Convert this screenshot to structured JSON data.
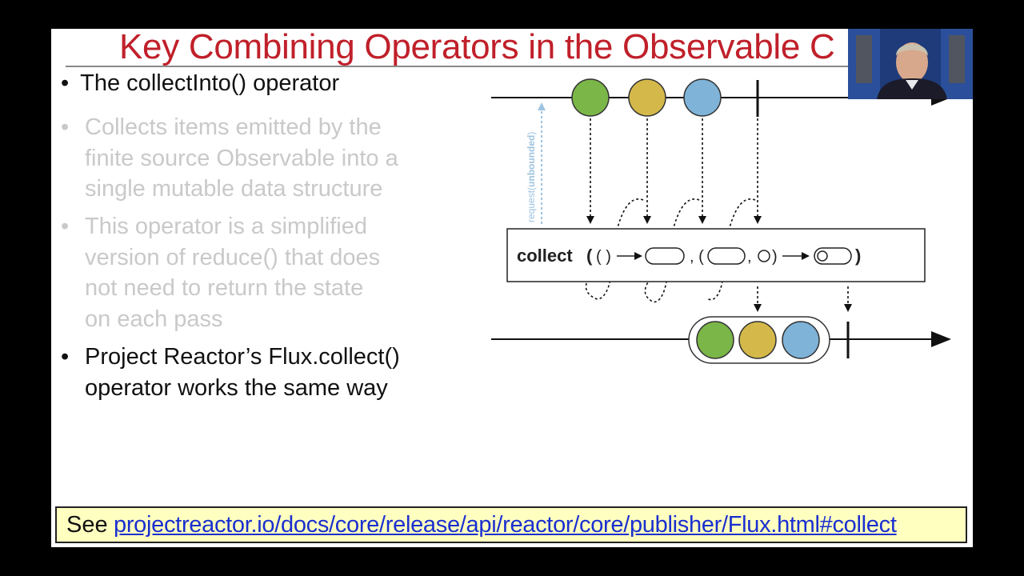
{
  "slide": {
    "title": "Key Combining Operators in the Observable C",
    "bullets": {
      "main": "The collectInto() operator",
      "sub": [
        {
          "lines": [
            "Collects items emitted by the",
            "finite source Observable into a",
            "single mutable data structure"
          ]
        },
        {
          "lines": [
            "This operator is a simplified",
            "version of reduce() that does",
            "not need to return the state",
            "on each pass"
          ]
        },
        {
          "lines": [
            "Project Reactor’s Flux.collect()",
            "operator works the same way"
          ]
        }
      ]
    },
    "diagram": {
      "request_prefix": "request(",
      "request_bold": "unbounded",
      "request_suffix": ")",
      "operator_label": "collect",
      "colors": {
        "green": "#7ab648",
        "yellow": "#d4b84a",
        "blue": "#7fb3d8",
        "request_arrow": "#9ec3df"
      }
    },
    "footer": {
      "see": "See",
      "url": "projectreactor.io/docs/core/release/api/reactor/core/publisher/Flux.html#collect"
    }
  }
}
